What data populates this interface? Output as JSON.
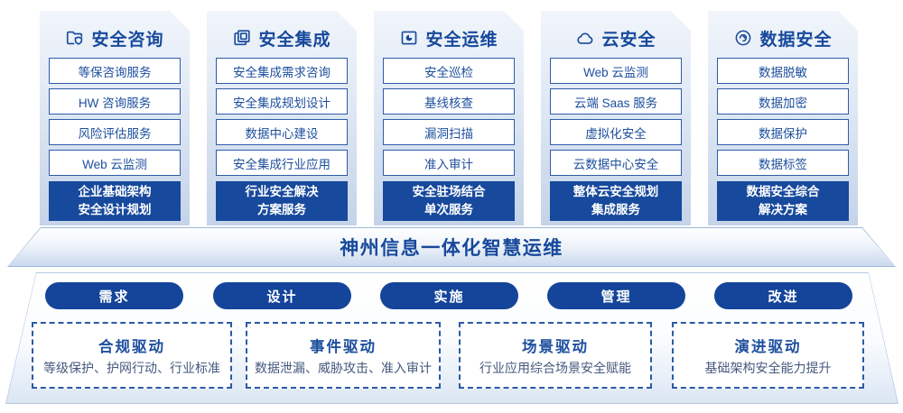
{
  "banner": {
    "title": "神州信息一体化智慧运维"
  },
  "colors": {
    "primary_blue": "#17499c",
    "item_border_blue": "#2f5ba8",
    "platform_edge_blue": "#b5c9e4",
    "driver_desc_blue": "#46587e"
  },
  "pillars": [
    {
      "icon": "folder-shield-icon",
      "title": "安全咨询",
      "items": [
        "等保咨询服务",
        "HW 咨询服务",
        "风险评估服务",
        "Web 云监测"
      ],
      "footer_line1": "企业基础架构",
      "footer_line2": "安全设计规划"
    },
    {
      "icon": "copy-docs-icon",
      "title": "安全集成",
      "items": [
        "安全集成需求咨询",
        "安全集成规划设计",
        "数据中心建设",
        "安全集成行业应用"
      ],
      "footer_line1": "行业安全解决",
      "footer_line2": "方案服务"
    },
    {
      "icon": "folder-pie-icon",
      "title": "安全运维",
      "items": [
        "安全巡检",
        "基线核查",
        "漏洞扫描",
        "准入审计"
      ],
      "footer_line1": "安全驻场结合",
      "footer_line2": "单次服务"
    },
    {
      "icon": "cloud-icon",
      "title": "云安全",
      "items": [
        "Web 云监测",
        "云端 Saas 服务",
        "虚拟化安全",
        "云数据中心安全"
      ],
      "footer_line1": "整体云安全规划",
      "footer_line2": "集成服务"
    },
    {
      "icon": "fingerprint-icon",
      "title": "数据安全",
      "items": [
        "数据脱敏",
        "数据加密",
        "数据保护",
        "数据标签"
      ],
      "footer_line1": "数据安全综合",
      "footer_line2": "解决方案"
    }
  ],
  "phases": [
    "需求",
    "设计",
    "实施",
    "管理",
    "改进"
  ],
  "drivers": [
    {
      "title": "合规驱动",
      "desc": "等级保护、护网行动、行业标准"
    },
    {
      "title": "事件驱动",
      "desc": "数据泄漏、威胁攻击、准入审计"
    },
    {
      "title": "场景驱动",
      "desc": "行业应用综合场景安全赋能"
    },
    {
      "title": "演进驱动",
      "desc": "基础架构安全能力提升"
    }
  ]
}
